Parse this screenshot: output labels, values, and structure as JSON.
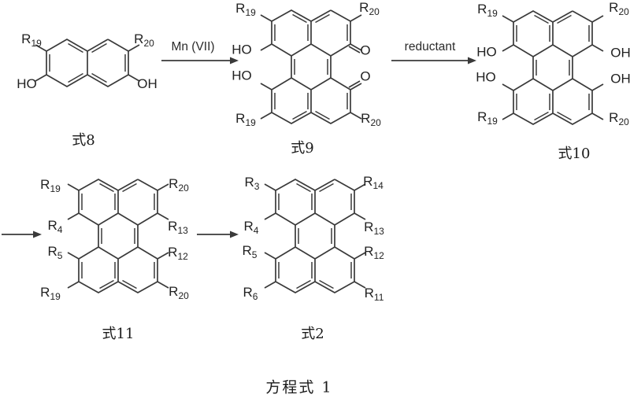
{
  "colors": {
    "line": "#3a3a3a",
    "text": "#1f1f1f",
    "background": "#ffffff"
  },
  "equation_caption": "方程式 1",
  "arrows": {
    "a1": "Mn (VII)",
    "a2": "reductant"
  },
  "structures": {
    "s8": {
      "caption": "式8",
      "labels": {
        "tl": {
          "base": "R",
          "sub": "19"
        },
        "tr": {
          "base": "R",
          "sub": "20"
        },
        "bl": {
          "base": "HO"
        },
        "br": {
          "base": "OH"
        }
      }
    },
    "s9": {
      "caption": "式9",
      "labels": {
        "tl": {
          "base": "R",
          "sub": "19"
        },
        "tr": {
          "base": "R",
          "sub": "20"
        },
        "ul": {
          "base": "HO"
        },
        "ur": {
          "base": "O"
        },
        "ll": {
          "base": "HO"
        },
        "lr": {
          "base": "O"
        },
        "bl": {
          "base": "R",
          "sub": "19"
        },
        "br": {
          "base": "R",
          "sub": "20"
        }
      }
    },
    "s10": {
      "caption": "式10",
      "labels": {
        "tl": {
          "base": "R",
          "sub": "19"
        },
        "tr": {
          "base": "R",
          "sub": "20"
        },
        "ul": {
          "base": "HO"
        },
        "ur": {
          "base": "OH"
        },
        "ll": {
          "base": "HO"
        },
        "lr": {
          "base": "OH"
        },
        "bl": {
          "base": "R",
          "sub": "19"
        },
        "br": {
          "base": "R",
          "sub": "20"
        }
      }
    },
    "s11": {
      "caption": "式11",
      "labels": {
        "tl": {
          "base": "R",
          "sub": "19"
        },
        "tr": {
          "base": "R",
          "sub": "20"
        },
        "ul": {
          "base": "R",
          "sub": "4"
        },
        "ur": {
          "base": "R",
          "sub": "13"
        },
        "ll": {
          "base": "R",
          "sub": "5"
        },
        "lr": {
          "base": "R",
          "sub": "12"
        },
        "bl": {
          "base": "R",
          "sub": "19"
        },
        "br": {
          "base": "R",
          "sub": "20"
        }
      }
    },
    "s2": {
      "caption": "式2",
      "labels": {
        "tl": {
          "base": "R",
          "sub": "3"
        },
        "tr": {
          "base": "R",
          "sub": "14"
        },
        "ul": {
          "base": "R",
          "sub": "4"
        },
        "ur": {
          "base": "R",
          "sub": "13"
        },
        "ll": {
          "base": "R",
          "sub": "5"
        },
        "lr": {
          "base": "R",
          "sub": "12"
        },
        "bl": {
          "base": "R",
          "sub": "6"
        },
        "br": {
          "base": "R",
          "sub": "11"
        }
      }
    }
  }
}
